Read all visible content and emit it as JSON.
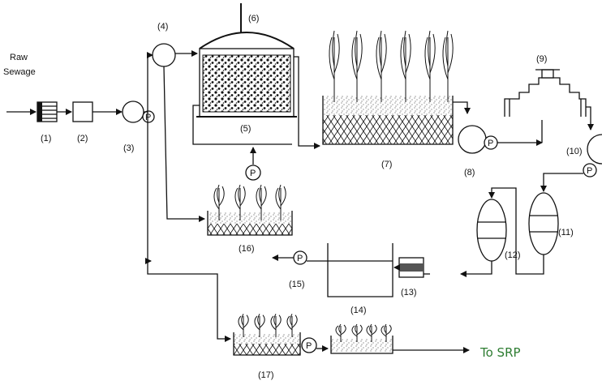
{
  "labels": {
    "raw_line1": "Raw",
    "raw_line2": "Sewage",
    "n1": "(1)",
    "n2": "(2)",
    "n3": "(3)",
    "n4": "(4)",
    "n5": "(5)",
    "n6": "(6)",
    "n7": "(7)",
    "n8": "(8)",
    "n9": "(9)",
    "n10": "(10)",
    "n11": "(11)",
    "n12": "(12)",
    "n13": "(13)",
    "n14": "(14)",
    "n15": "(15)",
    "n16": "(16)",
    "n17": "(17)",
    "pump": "P",
    "to_srp": "To SRP"
  },
  "colors": {
    "line": "#111111",
    "to_srp_text": "#2e7d32"
  }
}
